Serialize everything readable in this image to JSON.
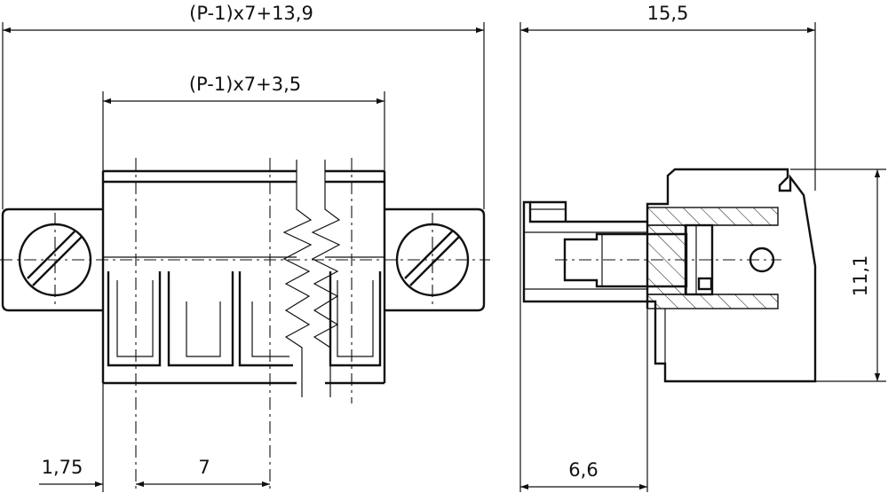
{
  "dimensions": {
    "overall_width": "(P-1)x7+13,9",
    "body_width": "(P-1)x7+3,5",
    "side_depth": "15,5",
    "edge_offset": "1,75",
    "pitch": "7",
    "pin_offset": "6,6",
    "height": "11,1"
  }
}
